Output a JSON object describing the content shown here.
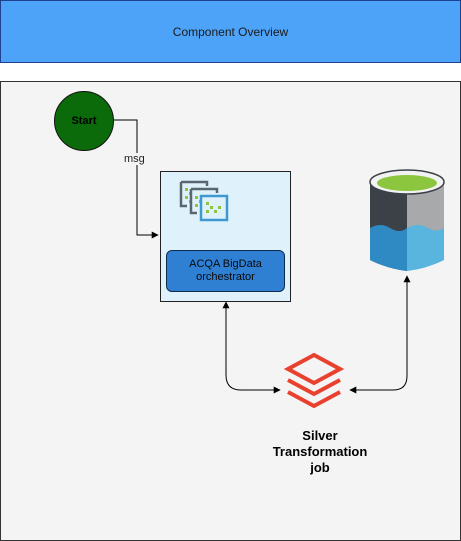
{
  "header": {
    "title": "Component Overview"
  },
  "nodes": {
    "start": {
      "label": "Start"
    },
    "orchestrator": {
      "line1": "ACQA BigData",
      "line2": "orchestrator",
      "icon": "data-factory-pipeline-icon"
    },
    "storage": {
      "icon": "data-lake-storage-icon"
    },
    "job": {
      "line1": "Silver",
      "line2": "Transformation",
      "line3": "job",
      "icon": "databricks-icon"
    }
  },
  "edges": {
    "start_to_orchestrator": {
      "label": "msg"
    }
  },
  "colors": {
    "header_fill": "#4da3f7",
    "start_fill": "#0b6b0b",
    "orchestrator_fill": "#dff2fb",
    "label_fill": "#2f7fd3",
    "databricks_red": "#e8422f",
    "lake_blue": "#3f98cf",
    "lake_green": "#8cc63f"
  }
}
